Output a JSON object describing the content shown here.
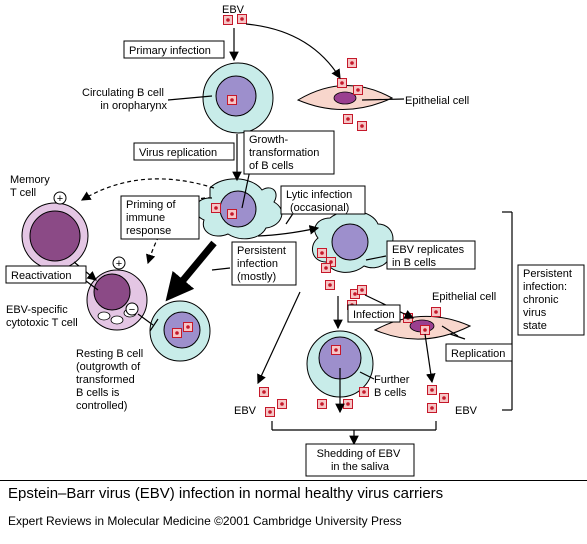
{
  "labels": {
    "ebv_top": "EBV",
    "primary_infection": "Primary infection",
    "circulating_b_cell": [
      "Circulating B cell",
      "in oropharynx"
    ],
    "epithelial_cell_top": "Epithelial cell",
    "virus_replication": "Virus replication",
    "growth_transformation": [
      "Growth-",
      "transformation",
      "of B cells"
    ],
    "memory_t_cell": [
      "Memory",
      "T cell"
    ],
    "priming": [
      "Priming of",
      "immune",
      "response"
    ],
    "lytic_infection": [
      "Lytic infection",
      "(occasional)"
    ],
    "reactivation": "Reactivation",
    "persistent_infection_mostly": [
      "Persistent",
      "infection",
      "(mostly)"
    ],
    "ebv_replicates": [
      "EBV replicates",
      "in B cells"
    ],
    "ebv_specific_t_cell": [
      "EBV-specific",
      "cytotoxic T cell"
    ],
    "infection": "Infection",
    "epithelial_cell_mid": "Epithelial cell",
    "persistent_chronic": [
      "Persistent",
      "infection:",
      "chronic",
      "virus",
      "state"
    ],
    "resting_b_cell": [
      "Resting B cell",
      "(outgrowth of",
      "transformed",
      "B cells is",
      "controlled)"
    ],
    "further_b_cells": [
      "Further",
      "B cells"
    ],
    "replication": "Replication",
    "ebv_left": "EBV",
    "ebv_right": "EBV",
    "shedding": [
      "Shedding of EBV",
      "in the saliva"
    ],
    "plus_sign": "+",
    "minus_sign": "−"
  },
  "caption": "Epstein–Barr virus (EBV) infection in normal healthy virus carriers",
  "credit": "Expert Reviews in Molecular Medicine ©2001 Cambridge University Press",
  "colors": {
    "b_cell_outer": "#c8ece9",
    "b_cell_nucleus": "#9d8fcc",
    "t_cell_outer": "#e4c6e4",
    "t_cell_nucleus": "#8b4a86",
    "epithelial_body": "#f8d6cc",
    "epithelial_nucleus": "#9a3f90",
    "virion_fill": "#f6c6c6",
    "virion_core": "#c5182a"
  }
}
